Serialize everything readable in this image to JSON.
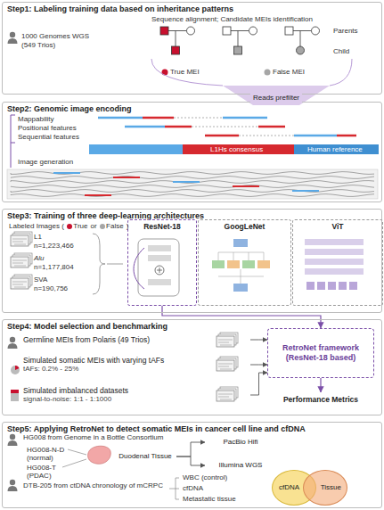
{
  "diagram": {
    "nodes": [
      {
        "text": [
          "Step1: Labeling training data based on inheritance patterns"
        ]
      },
      {
        "text": [
          "Step2: Genomic image encoding"
        ]
      },
      {
        "text": [
          "Step3: Training of three deep-learning architectures"
        ]
      },
      {
        "text": [
          "ResNet-18"
        ],
        "in": 2
      },
      {
        "text": [
          "GoogLeNet"
        ],
        "in": 2
      },
      {
        "text": [
          "ViT"
        ],
        "in": 2
      },
      {
        "text": [
          "Step4: Model selection and benchmarking"
        ]
      },
      {
        "text": [
          "Germline MEIs from Polaris (49 Trios)"
        ],
        "in": 6
      },
      {
        "text": [
          "Simulated somatic MEIs with varying tAFs",
          "tAFs: 0.2% - 25%"
        ],
        "in": 6
      },
      {
        "text": [
          "Simulated imbalanced datasets",
          "signal-to-noise: 1:1 - 1:1000"
        ],
        "in": 6
      },
      {
        "text": [
          "RetroNet framework (ResNet-18 based)"
        ],
        "in": 6
      },
      {
        "text": [
          "Performance Metrics"
        ],
        "in": 6
      },
      {
        "text": [
          "Step5: Applying RetroNet to detect somatic MEIs in cancer cell line and cfDNA"
        ]
      },
      {
        "text": [
          "Duodenal Tissue"
        ],
        "in": 12
      },
      {
        "text": [
          "PacBio Hifi"
        ],
        "in": 12
      },
      {
        "text": [
          "Illumina WGS"
        ],
        "in": 12
      },
      {
        "text": [
          "cfDNA"
        ],
        "in": 12
      },
      {
        "text": [
          "Tissue"
        ],
        "in": 12
      }
    ],
    "edges": [
      {
        "from": 0,
        "to": 1,
        "arrow": "to",
        "label": "Reads prefilter"
      },
      {
        "from": 3,
        "to": 10,
        "arrow": "to"
      },
      {
        "from": 7,
        "to": 10,
        "arrow": "to"
      },
      {
        "from": 8,
        "to": 10,
        "arrow": "to"
      },
      {
        "from": 9,
        "to": 10,
        "arrow": "to"
      },
      {
        "from": 10,
        "to": 11,
        "arrow": "to"
      },
      {
        "from": 13,
        "to": 14,
        "arrow": "to"
      },
      {
        "from": 13,
        "to": 15,
        "arrow": "to"
      }
    ],
    "labels": [
      "Sequence alignment; Candidate MEIs identification",
      "1000 Genomes WGS",
      "(549 Trios)",
      "Parents",
      "Child",
      "True MEI",
      "False MEI",
      "Mappability",
      "Positional features",
      "Sequential features",
      "L1Hs consensus",
      "Human reference",
      "Image generation",
      "Labeled Images (",
      "or",
      ")",
      "L1",
      "n=1,223,466",
      "Alu",
      "n=1,177,804",
      "SVA",
      "n=190,756",
      "HG008 from Genome in a Bottle Consortium",
      "HG008-N-D",
      "(normal)",
      "HG008-T",
      "(PDAC)",
      "DTB-205 from ctDNA chronology of mCRPC",
      "WBC (control)",
      "cfDNA",
      "Metastatic tissue"
    ],
    "legend": [
      {
        "text": "True",
        "color": "#c8102e"
      },
      {
        "text": "False",
        "color": "#a6a6a6"
      }
    ]
  }
}
